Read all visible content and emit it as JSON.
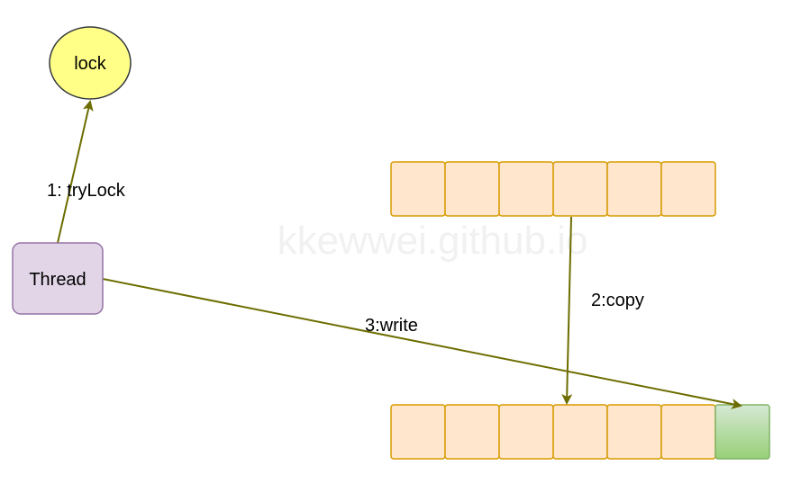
{
  "watermark": "kkewwei.github.io",
  "nodes": {
    "lock": {
      "label": "lock",
      "fill": "#ffff88",
      "stroke": "#36393d"
    },
    "thread": {
      "label": "Thread",
      "fill": "#e1d5e7",
      "stroke": "#9673a6"
    }
  },
  "arrays": {
    "source": {
      "cell_count": 6,
      "fill": "#ffe6cc",
      "stroke": "#d79b00"
    },
    "target": {
      "cell_count": 6,
      "fill": "#ffe6cc",
      "stroke": "#d79b00"
    },
    "new_cell": {
      "fill_top": "#d5e8d4",
      "fill_bottom": "#97d077",
      "stroke": "#82b366"
    }
  },
  "edges": {
    "trylock": {
      "label": "1:  tryLock"
    },
    "copy": {
      "label": "2:copy"
    },
    "write": {
      "label": "3:write"
    },
    "color": "#6d6d00"
  }
}
